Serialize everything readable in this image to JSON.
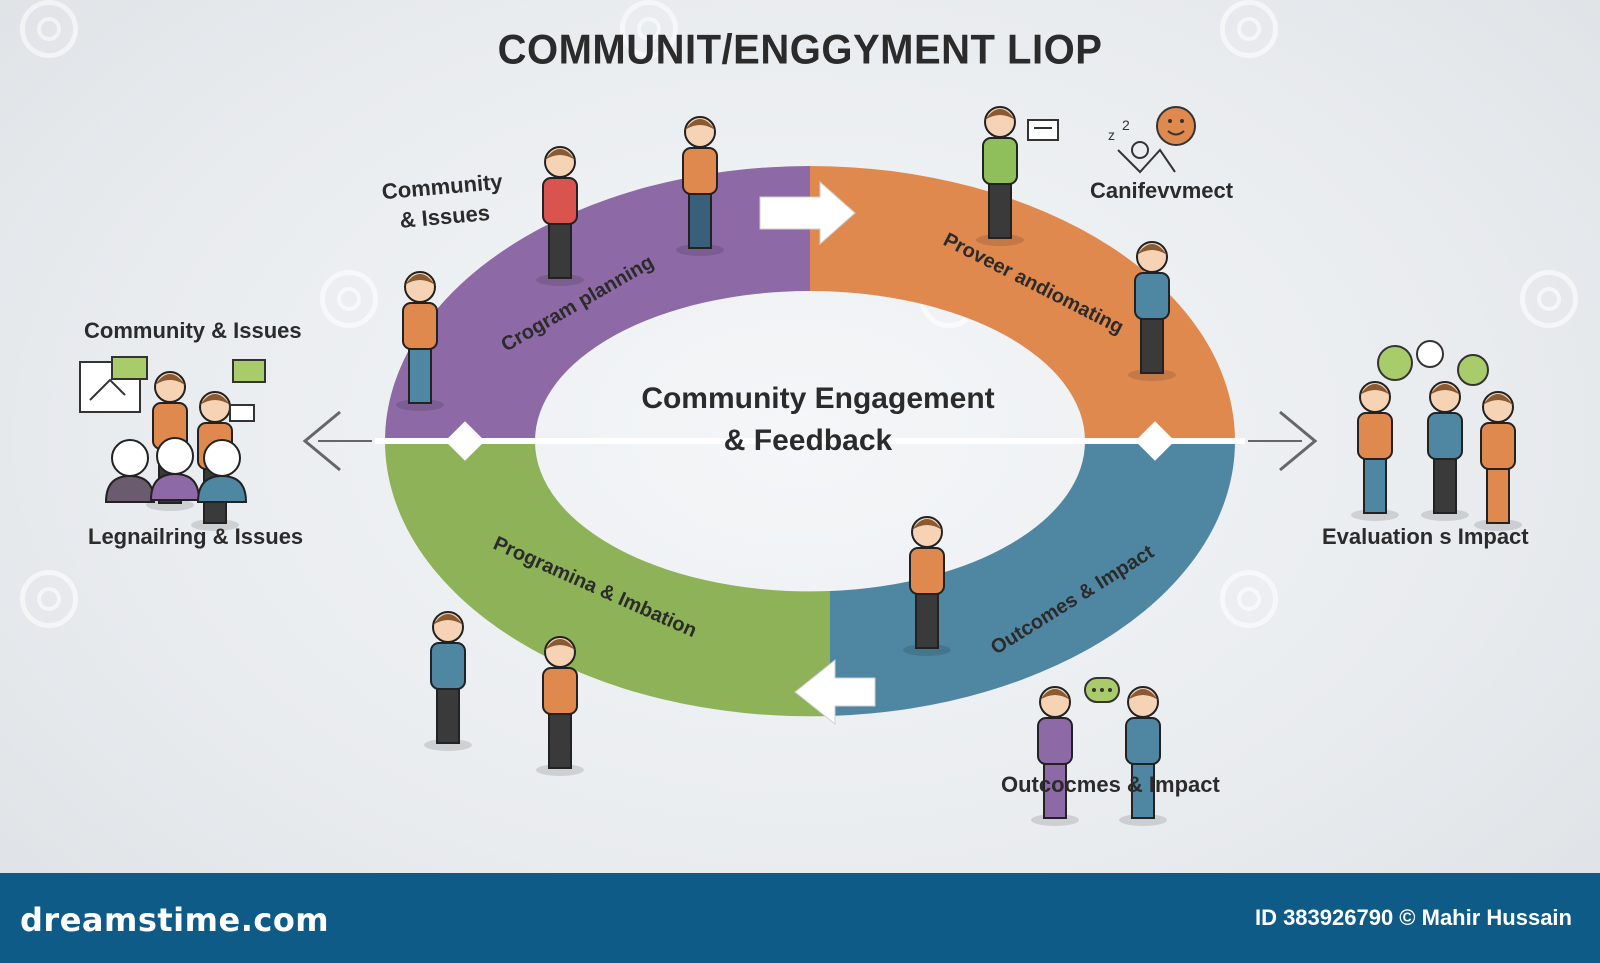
{
  "title": "COMMUNIT/ENGGYMENT LIOP",
  "center": {
    "line1": "Community Engagement",
    "line2": "& Feedback"
  },
  "ring": {
    "segments": [
      {
        "label": "Crogram planning",
        "color": "#8d6aa6"
      },
      {
        "label": "Proveer andiomating",
        "color": "#e0894f"
      },
      {
        "label": "Outcomes & Impact",
        "color": "#4f87a3"
      },
      {
        "label": "Programina & Imbation",
        "color": "#8db258"
      }
    ]
  },
  "labels": {
    "top_left": "Community\n& Issues",
    "top_right": "Canifevvmect",
    "left_top": "Community & Issues",
    "left_bottom": "Legnailring & Issues",
    "right": "Evaluation s Impact",
    "bottom_right": "Outcocmes & Impact"
  },
  "footer": {
    "brand": "dreamstime.com",
    "credit": "ID 383926790 © Mahir Hussain"
  },
  "colors": {
    "purple": "#8d6aa6",
    "orange": "#e0894f",
    "blue": "#4f87a3",
    "green": "#8db258",
    "footer": "#0f5b88"
  }
}
